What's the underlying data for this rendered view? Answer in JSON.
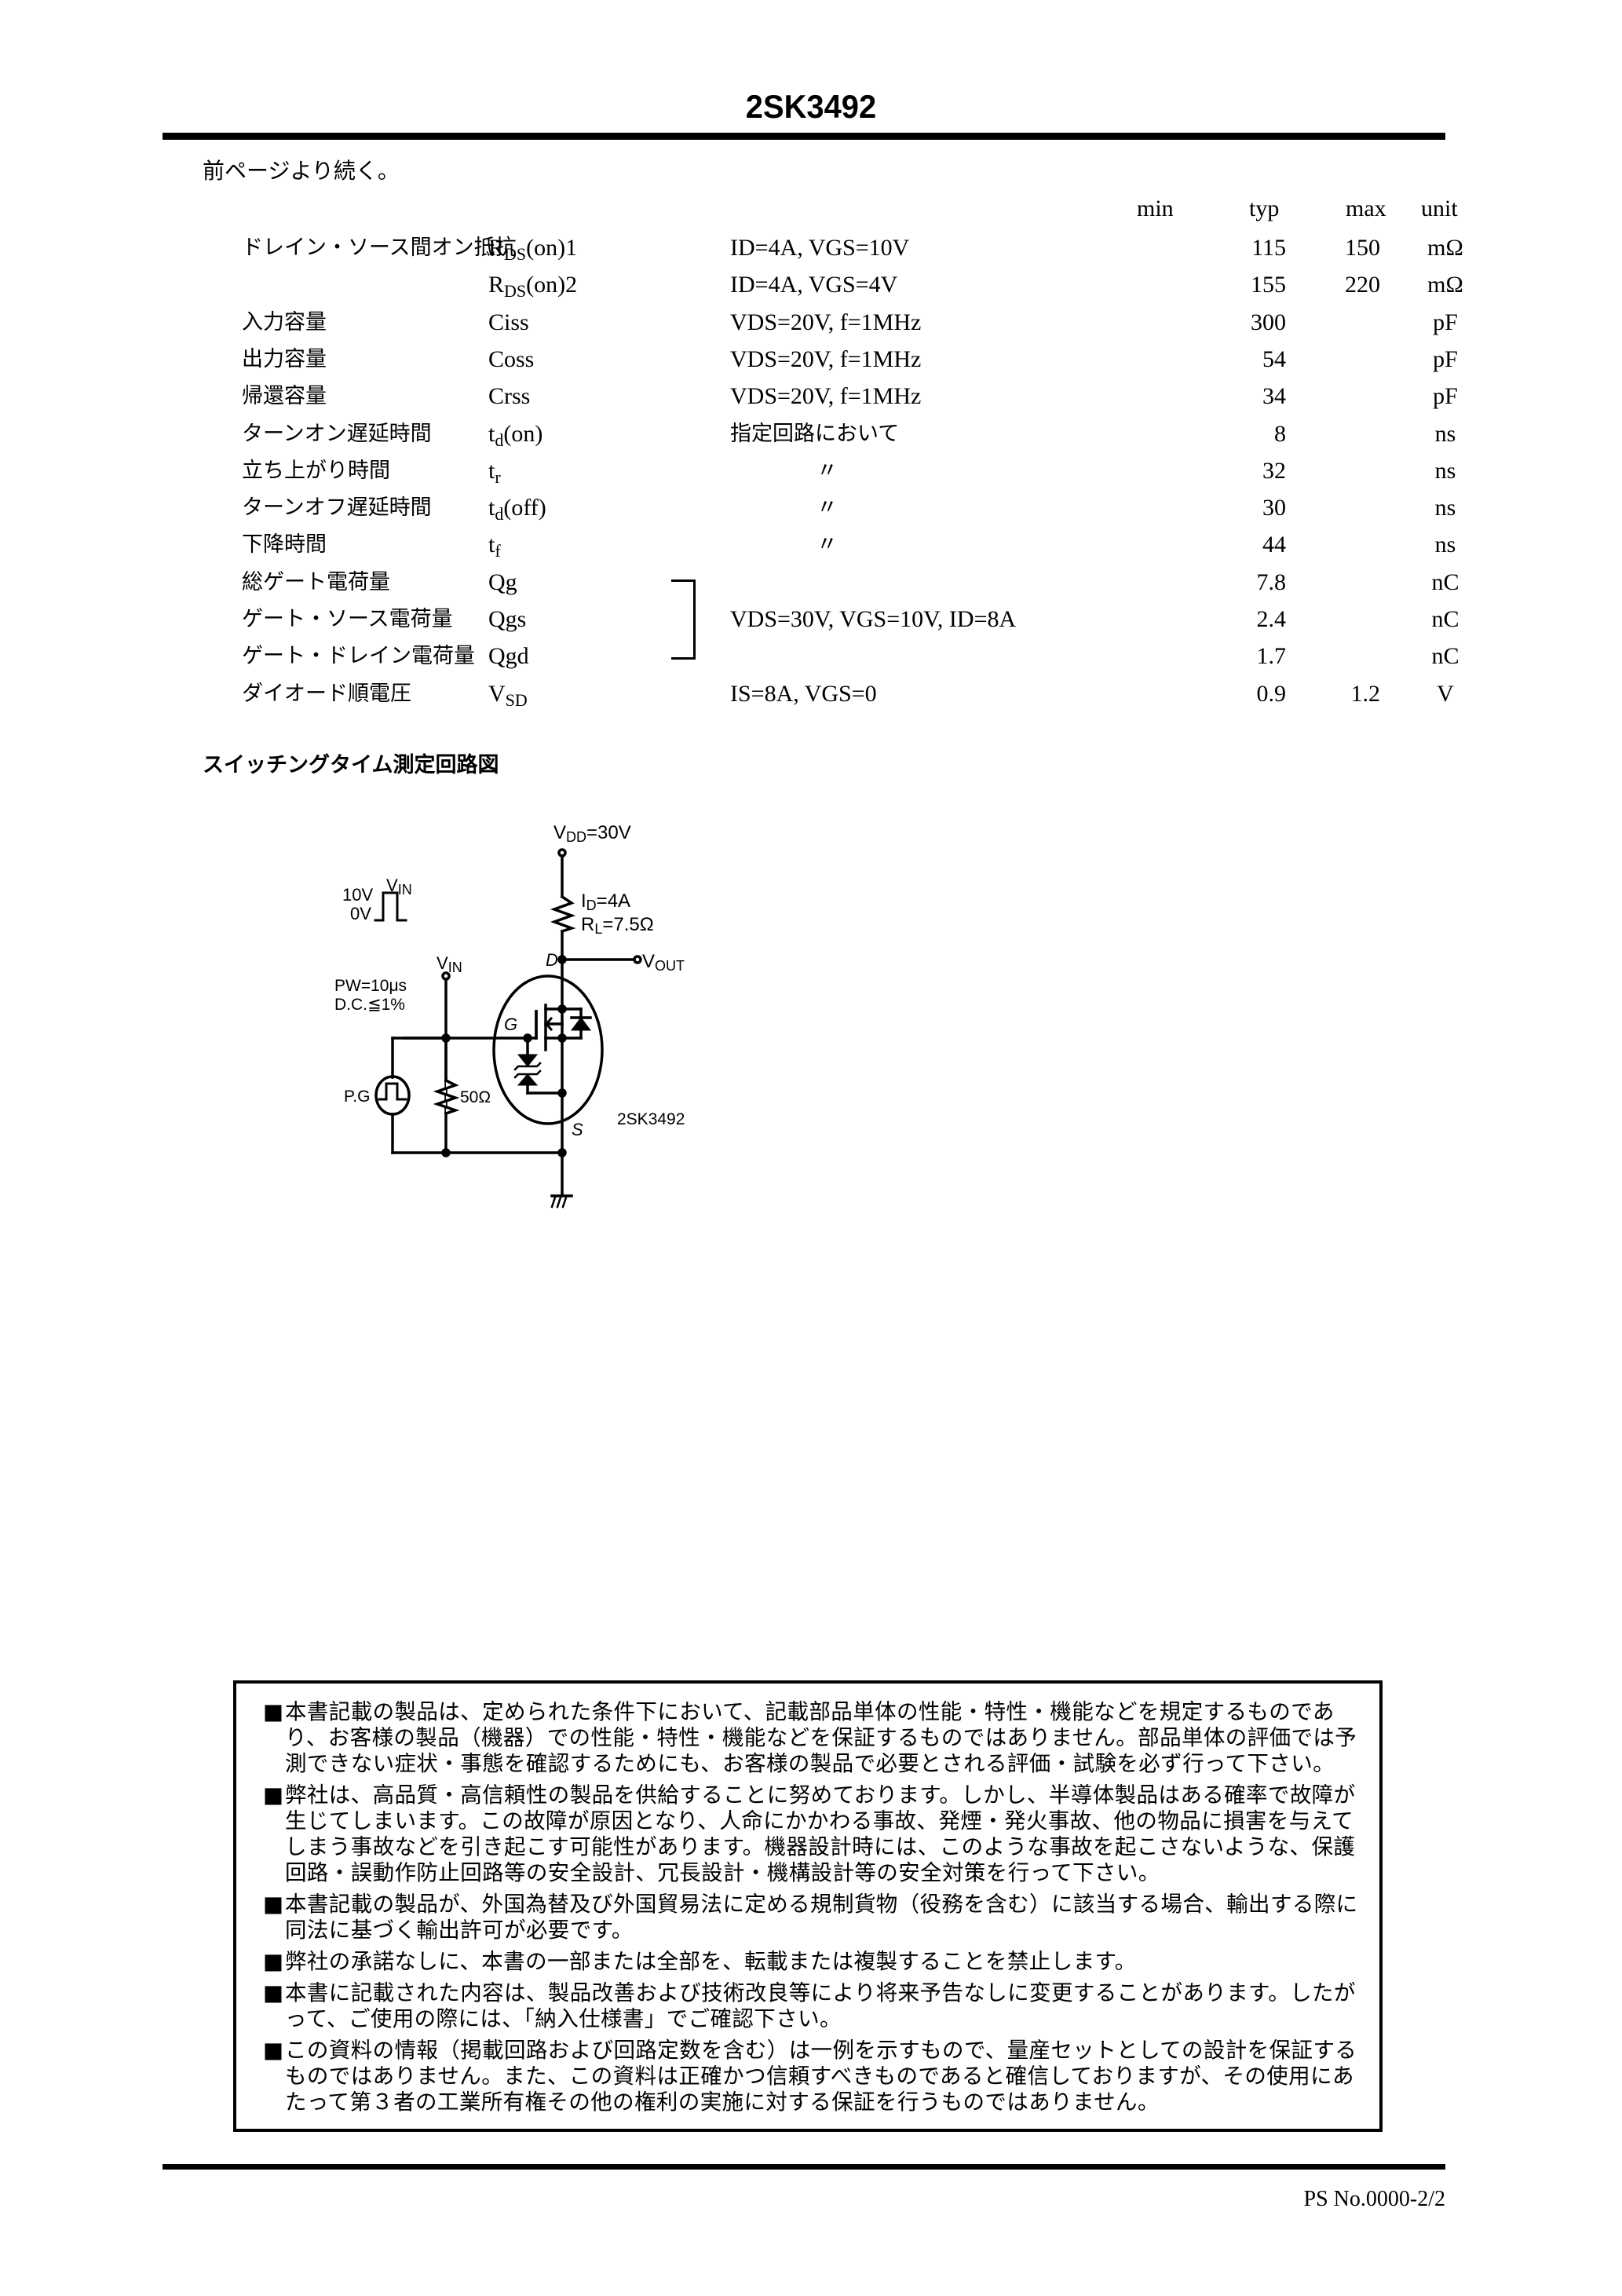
{
  "header": {
    "title": "2SK3492",
    "continued_note": "前ページより続く。"
  },
  "spec_table": {
    "columns": {
      "min": "min",
      "typ": "typ",
      "max": "max",
      "unit": "unit"
    },
    "rows": [
      {
        "label": "ドレイン・ソース間オン抵抗",
        "symbol_main": "R",
        "symbol_sub": "DS",
        "symbol_tail": "(on)1",
        "condition": "ID=4A, VGS=10V",
        "min": "",
        "typ": "115",
        "max": "150",
        "unit": "mΩ"
      },
      {
        "label": "",
        "symbol_main": "R",
        "symbol_sub": "DS",
        "symbol_tail": "(on)2",
        "condition": "ID=4A, VGS=4V",
        "min": "",
        "typ": "155",
        "max": "220",
        "unit": "mΩ"
      },
      {
        "label": "入力容量",
        "symbol_main": "Ciss",
        "symbol_sub": "",
        "symbol_tail": "",
        "condition": "VDS=20V, f=1MHz",
        "min": "",
        "typ": "300",
        "max": "",
        "unit": "pF"
      },
      {
        "label": "出力容量",
        "symbol_main": "Coss",
        "symbol_sub": "",
        "symbol_tail": "",
        "condition": "VDS=20V, f=1MHz",
        "min": "",
        "typ": "54",
        "max": "",
        "unit": "pF"
      },
      {
        "label": "帰還容量",
        "symbol_main": "Crss",
        "symbol_sub": "",
        "symbol_tail": "",
        "condition": "VDS=20V, f=1MHz",
        "min": "",
        "typ": "34",
        "max": "",
        "unit": "pF"
      },
      {
        "label": "ターンオン遅延時間",
        "symbol_main": "t",
        "symbol_sub": "d",
        "symbol_tail": "(on)",
        "condition": "指定回路において",
        "min": "",
        "typ": "8",
        "max": "",
        "unit": "ns"
      },
      {
        "label": "立ち上がり時間",
        "symbol_main": "t",
        "symbol_sub": "r",
        "symbol_tail": "",
        "condition": "〃",
        "min": "",
        "typ": "32",
        "max": "",
        "unit": "ns"
      },
      {
        "label": "ターンオフ遅延時間",
        "symbol_main": "t",
        "symbol_sub": "d",
        "symbol_tail": "(off)",
        "condition": "〃",
        "min": "",
        "typ": "30",
        "max": "",
        "unit": "ns"
      },
      {
        "label": "下降時間",
        "symbol_main": "t",
        "symbol_sub": "f",
        "symbol_tail": "",
        "condition": "〃",
        "min": "",
        "typ": "44",
        "max": "",
        "unit": "ns"
      },
      {
        "label": "総ゲート電荷量",
        "symbol_main": "Qg",
        "symbol_sub": "",
        "symbol_tail": "",
        "condition": "",
        "min": "",
        "typ": "7.8",
        "max": "",
        "unit": "nC"
      },
      {
        "label": "ゲート・ソース電荷量",
        "symbol_main": "Qgs",
        "symbol_sub": "",
        "symbol_tail": "",
        "condition": "VDS=30V, VGS=10V, ID=8A",
        "min": "",
        "typ": "2.4",
        "max": "",
        "unit": "nC"
      },
      {
        "label": "ゲート・ドレイン電荷量",
        "symbol_main": "Qgd",
        "symbol_sub": "",
        "symbol_tail": "",
        "condition": "",
        "min": "",
        "typ": "1.7",
        "max": "",
        "unit": "nC"
      },
      {
        "label": "ダイオード順電圧",
        "symbol_main": "V",
        "symbol_sub": "SD",
        "symbol_tail": "",
        "condition": "IS=8A, VGS=0",
        "min": "",
        "typ": "0.9",
        "max": "1.2",
        "unit": "V"
      }
    ]
  },
  "circuit": {
    "section_title": "スイッチングタイム測定回路図",
    "vdd_label": "V",
    "vdd_sub": "DD",
    "vdd_value": "=30V",
    "id_label": "I",
    "id_sub": "D",
    "id_value": "=4A",
    "rl_label": "R",
    "rl_sub": "L",
    "rl_value": "=7.5Ω",
    "drain_label": "D",
    "gate_label": "G",
    "source_label": "S",
    "vout_label": "V",
    "vout_sub": "OUT",
    "vin_label": "V",
    "vin_sub": "IN",
    "pulse_high": "10V",
    "pulse_low": "0V",
    "pw": "PW=10μs",
    "dc": "D.C.≦1%",
    "pg_label": "P.G",
    "r_gate": "50Ω",
    "device": "2SK3492"
  },
  "notices": [
    "本書記載の製品は、定められた条件下において、記載部品単体の性能・特性・機能などを規定するものであり、お客様の製品（機器）での性能・特性・機能などを保証するものではありません。部品単体の評価では予測できない症状・事態を確認するためにも、お客様の製品で必要とされる評価・試験を必ず行って下さい。",
    "弊社は、高品質・高信頼性の製品を供給することに努めております。しかし、半導体製品はある確率で故障が生じてしまいます。この故障が原因となり、人命にかかわる事故、発煙・発火事故、他の物品に損害を与えてしまう事故などを引き起こす可能性があります。機器設計時には、このような事故を起こさないような、保護回路・誤動作防止回路等の安全設計、冗長設計・機構設計等の安全対策を行って下さい。",
    "本書記載の製品が、外国為替及び外国貿易法に定める規制貨物（役務を含む）に該当する場合、輸出する際に同法に基づく輸出許可が必要です。",
    "弊社の承諾なしに、本書の一部または全部を、転載または複製することを禁止します。",
    "本書に記載された内容は、製品改善および技術改良等により将来予告なしに変更することがあります。したがって、ご使用の際には、「納入仕様書」でご確認下さい。",
    "この資料の情報（掲載回路および回路定数を含む）は一例を示すもので、量産セットとしての設計を保証するものではありません。また、この資料は正確かつ信頼すべきものであると確信しておりますが、その使用にあたって第３者の工業所有権その他の権利の実施に対する保証を行うものではありません。"
  ],
  "notice_bullet": "■",
  "footer": {
    "doc_code": "PS No.0000-2/2"
  }
}
